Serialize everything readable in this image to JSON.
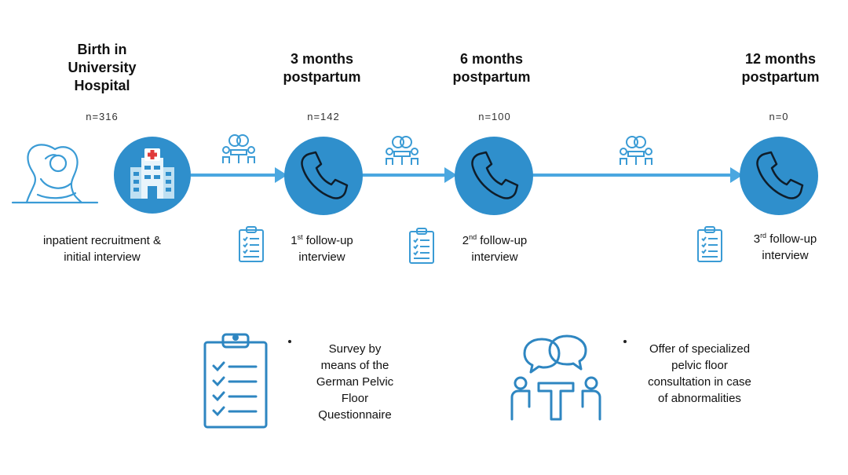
{
  "stages": [
    {
      "title": "Birth in\nUniversity\nHospital",
      "n": "n=316",
      "caption": "inpatient recruitment &\ninitial interview"
    },
    {
      "title": "3 months\npostpartum",
      "n": "n=142",
      "caption_sup": "st",
      "caption_num": "1",
      "caption_rest": " follow-up",
      "caption_line2": "interview"
    },
    {
      "title": "6 months\npostpartum",
      "n": "n=100",
      "caption_sup": "nd",
      "caption_num": "2",
      "caption_rest": " follow-up",
      "caption_line2": "interview"
    },
    {
      "title": "12 months\npostpartum",
      "n": "n=0",
      "caption_sup": "rd",
      "caption_num": "3",
      "caption_rest": " follow-up",
      "caption_line2": "interview"
    }
  ],
  "legend": {
    "survey": "Survey by\nmeans of the\nGerman Pelvic\nFloor\nQuestionnaire",
    "consultation": "Offer of specialized\npelvic floor\nconsultation in case\nof abnormalities"
  },
  "colors": {
    "accent": "#3a9bd5",
    "circle": "#2f8fcc",
    "icon": "#2e86c1"
  },
  "icons": [
    "mother-child-icon",
    "hospital-icon",
    "phone-icon",
    "clipboard-icon",
    "consultation-icon"
  ]
}
